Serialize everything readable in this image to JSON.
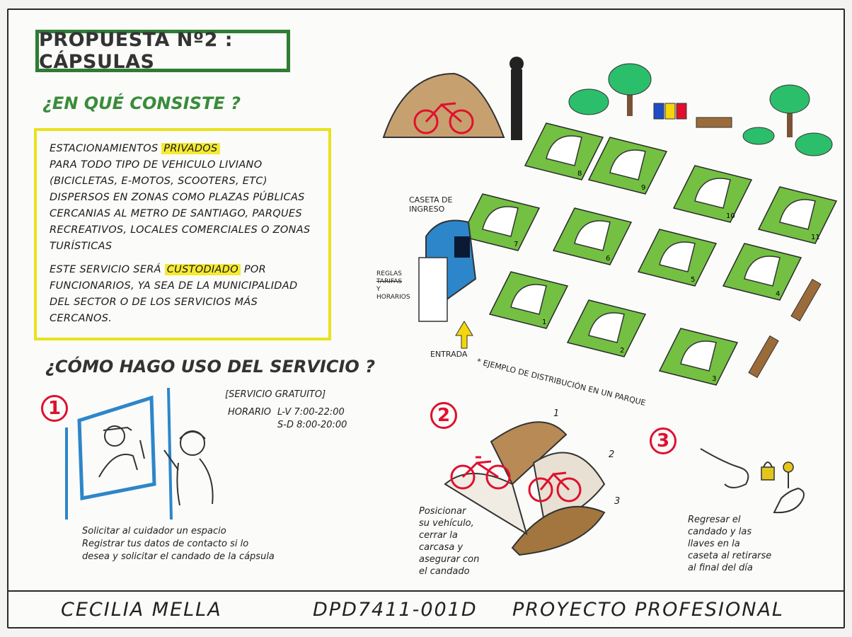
{
  "title": "PROPUESTA Nº2 : CÁPSULAS",
  "section1_heading": "¿EN QUÉ CONSISTE ?",
  "description": {
    "line1_prefix": "ESTACIONAMIENTOS",
    "line1_highlight": "PRIVADOS",
    "line2": "PARA TODO TIPO DE VEHICULO LIVIANO",
    "line3": "(BICICLETAS, E-MOTOS, SCOOTERS, ETC)",
    "line4": "DISPERSOS EN ZONAS COMO PLAZAS PÚBLICAS",
    "line5": "CERCANIAS AL METRO DE SANTIAGO, PARQUES",
    "line6": "RECREATIVOS, LOCALES COMERCIALES O ZONAS",
    "line7": "TURÍSTICAS",
    "line8_prefix": "ESTE SERVICIO SERÁ",
    "line8_highlight": "CUSTODIADO",
    "line8_suffix": "POR",
    "line9": "FUNCIONARIOS, YA SEA DE LA MUNICIPALIDAD",
    "line10": "DEL SECTOR O DE LOS SERVICIOS MÁS CERCANOS."
  },
  "section2_heading": "¿CÓMO HAGO USO DEL SERVICIO ?",
  "service_free": "[SERVICIO GRATUITO]",
  "schedule_label": "HORARIO",
  "schedule_weekday": "L-V 7:00-22:00",
  "schedule_weekend": "S-D 8:00-20:00",
  "steps": [
    {
      "number": "1",
      "text_line1": "Solicitar al cuidador un espacio",
      "text_line2": "Registrar tus datos de contacto si lo",
      "text_line3": "desea y solicitar el candado de la cápsula"
    },
    {
      "number": "2",
      "text_line1": "Posicionar",
      "text_line2": "su vehículo,",
      "text_line3": "cerrar la",
      "text_line4": "carcasa y",
      "text_line5": "asegurar con",
      "text_line6": "el candado"
    },
    {
      "number": "3",
      "text_line1": "Regresar el",
      "text_line2": "candado y las",
      "text_line3": "llaves en la",
      "text_line4": "caseta al retirarse",
      "text_line5": "al final del día"
    }
  ],
  "step2_labels": [
    "1",
    "2",
    "3"
  ],
  "map": {
    "booth_label_line1": "CASETA DE",
    "booth_label_line2": "INGRESO",
    "rules_label_line1": "REGLAS",
    "rules_label_line2": "TARIFAS",
    "rules_label_line3": "Y",
    "rules_label_line4": "HORARIOS",
    "entrance_label": "ENTRADA",
    "caption": "* EJEMPLO DE DISTRIBUCIÓN EN UN PARQUE",
    "plot_numbers": [
      "1",
      "2",
      "3",
      "4",
      "5",
      "6",
      "7",
      "8",
      "9",
      "10",
      "11"
    ]
  },
  "footer": {
    "author": "CECILIA MELLA",
    "course": "DPD7411-001D",
    "project": "PROYECTO PROFESIONAL"
  },
  "colors": {
    "title_border": "#2e7d32",
    "box_border": "#e8e21c",
    "highlight": "#f4ea33",
    "grass": "#74c043",
    "accent_red": "#e0102d",
    "booth_blue": "#2d86c9",
    "capsule_brown": "#9b6b3a"
  }
}
